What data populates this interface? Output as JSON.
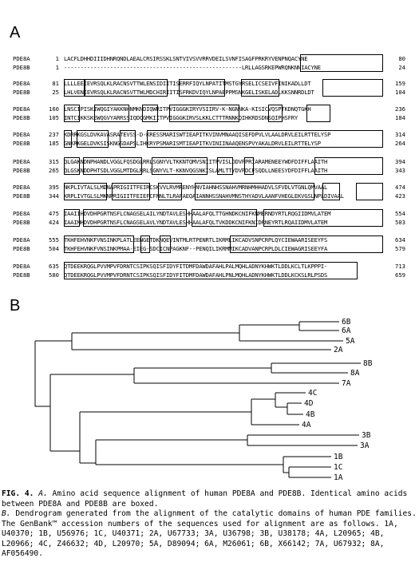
{
  "panel_a": {
    "label": "A",
    "names": [
      "PDE8A",
      "PDE8B"
    ],
    "rows": [
      {
        "a_start": "1",
        "a_seq": "LACFLDHHDIIIDHNRQNDLAEALCRSIRSSKLSNTVIVSVVRRVDEILSVNFISAGFPRKRYVENPNQACYNE",
        "a_end": "80",
        "b_start": "1",
        "b_seq": "------------------------------------------------------LRLLAGSRKEPWRQNKNNIACYNE",
        "b_end": "24"
      },
      {
        "a_start": "81",
        "a_seq": "LLLLEEIEVRSQLKLRACNSVTTWLENSIDIITISERRFIQYLNPATITMSTGYRSELICSEIVFINIKADLLDT",
        "a_end": "159",
        "b_start": "25",
        "b_seq": "LHLVENIEVRSQLKLRACNSVTTWLMDCHIRIITISFRKDVIQYLNPAEPPMSNKGELISKELADLKKSNNRDLDT",
        "b_end": "104"
      },
      {
        "a_start": "160",
        "a_seq": "LNSCIPISKIWQGIYAKKNHNMKNDIQWRITPVIGGGKIRYVSIIRV-K-NGNNKA-KISICVQSPTKDNQTGKH",
        "a_end": "236",
        "b_start": "105",
        "b_seq": "INTCIKKSKEWQGVYARRSSIQDQGMKIITPVIGGGKIRVSLKKLCTTTRNNKQIHKRDSDNSQIPHSFRY",
        "b_end": "184"
      },
      {
        "a_start": "237",
        "a_seq": "KDRRKGSLDVKAVASRATEVSS-D-KRESSMARISWTIEAPITKVINVMNAAQISEFDPVLVLAALDRVLEILRTTELYSP",
        "a_end": "314",
        "b_start": "185",
        "b_seq": "GNKRKGELDVKSISKNGSDAPSLIHKRYPSMARISMTIEAPITKVINIINAAQENSPVYAKALDRVLEILRTTELYSP",
        "b_end": "264"
      },
      {
        "a_start": "315",
        "a_seq": "QLGAKNDNPHANDLVGGLFQSDGLRRLSGNYVLTKKNTQMVSNIITPVISLDDVPPRIARAMENEEYWDFDIFFLAAITH",
        "a_end": "394",
        "b_start": "265",
        "b_seq": "QLGSKNDDPHTSDLVGGLMTDGLRRLSGNYVLT-KKNVQGSNKISLAMLTTYDVPDCFSQDLLNEESYDFDIFFLAAITH",
        "b_end": "343"
      },
      {
        "a_start": "395",
        "a_seq": "NKPLIVTALSLMDNAPRIGIITFEIRCSKVVLRVMRENYHNVIAHNHSSNAHVMRNHMHHADVLSFVDLVTGNLQMVAAL",
        "a_end": "474",
        "b_start": "344",
        "b_seq": "KRPLIVTGLSLMKNPRIGIITFEIEFCFNNLTLRAFAEQAIANNHSSNAHVMNSTHYADVLAANFVHEGLEKVGSLNPLDIVAAL",
        "b_end": "423"
      },
      {
        "a_start": "475",
        "a_seq": "IAAIIHDVDHPGRTNSFLCNAGSELAILYNDTAVLESHHAALAFQLTTGHNDKCNIFKNMERNDYRTLRQGIIDMVLATEM",
        "a_end": "554",
        "b_start": "424",
        "b_seq": "IAAIMHDVDHPGRTNSFLCNAGSELAVLYNDTAVLESHHAALAFQLTVKDDKCNIFKNIDRNEYRTLRQAIIDMVLATEM",
        "b_end": "503"
      },
      {
        "a_start": "555",
        "a_seq": "TKHFEHVNKFVNSINKPLATLEENGETDKNQEVINTMLRTPENRTLIKRMLIKCADVSNPCRPLQYCIEWAARISEEYFS",
        "a_end": "634",
        "b_start": "504",
        "b_seq": "TKHFEHVNKFVNSINKPMAA-EIEG-SDCICNPAGKNF--PENQILIKRMMIKCADVANPCRPLDLCIEWAGRISEEYFA",
        "b_end": "579"
      },
      {
        "a_start": "635",
        "a_seq": "QTDEEKRQGLPVVMPVFDRNTCSIPKSQISFIDYFITDMFDAWDAFAHLPALMQHLADNYKHWKTLDDLKCLTLKPPPI-",
        "a_end": "713",
        "b_start": "580",
        "b_seq": "QTDEEKRQGLPVVMPVFDRNTCSIPKSQISFIDYFITDMFDAWDAFAHLPNLMQHLADNYKHWKTLDDLKCKSLRLPSDS",
        "b_end": "659"
      }
    ]
  },
  "panel_b": {
    "label": "B",
    "leaves": [
      "6B",
      "6A",
      "5A",
      "2A",
      "8B",
      "8A",
      "7A",
      "4C",
      "4D",
      "4B",
      "4A",
      "3B",
      "3A",
      "1B",
      "1C",
      "1A"
    ]
  },
  "caption": {
    "fig": "FIG. 4.",
    "a_tag": "A.",
    "a_text": " Amino acid sequence alignment of human PDE8A and PDE8B. Identical amino acids between PDE8A and PDE8B are boxed.",
    "b_tag": "B.",
    "b_text": " Dendrogram generated from the alignment of the catalytic domains of human PDE families. The GenBank™ accession numbers of the sequences used for alignment are as follows. 1A, U40370; 1B, U56976; 1C, U40371; 2A, U67733; 3A, U36798; 3B, U38178; 4A, L20965; 4B, L20966; 4C, Z46632; 4D, L20970; 5A, D89094; 6A, M26061; 6B, X66142; 7A, U67932; 8A, AF056490."
  }
}
